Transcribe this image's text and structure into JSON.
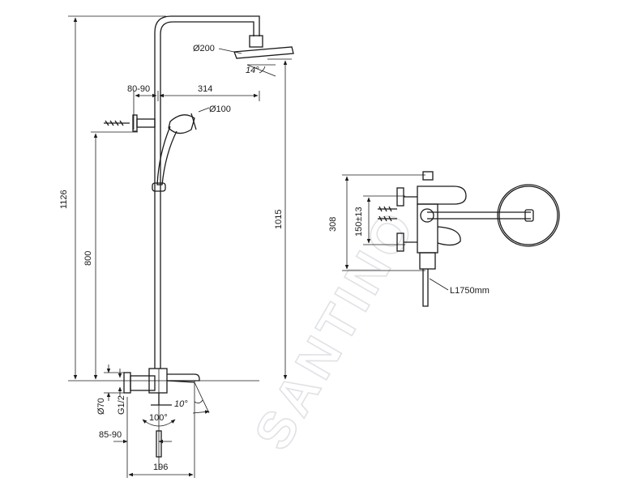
{
  "watermark": "SANTINO",
  "dimensions": {
    "overall_height": "1126",
    "head_height": "1015",
    "rail_height": "800",
    "wall_offset_top": "80-90",
    "arm_length": "314",
    "head_diameter": "Ø200",
    "head_angle": "14°",
    "hand_shower_diameter": "Ø100",
    "rosette_diameter": "Ø70",
    "thread": "G1/2",
    "spout_angle": "10°",
    "rotation_angle": "100°",
    "wall_offset_bottom": "85-90",
    "spout_projection": "196",
    "side_height": "308",
    "center_distance": "150±13",
    "hose_length": "L1750mm"
  }
}
